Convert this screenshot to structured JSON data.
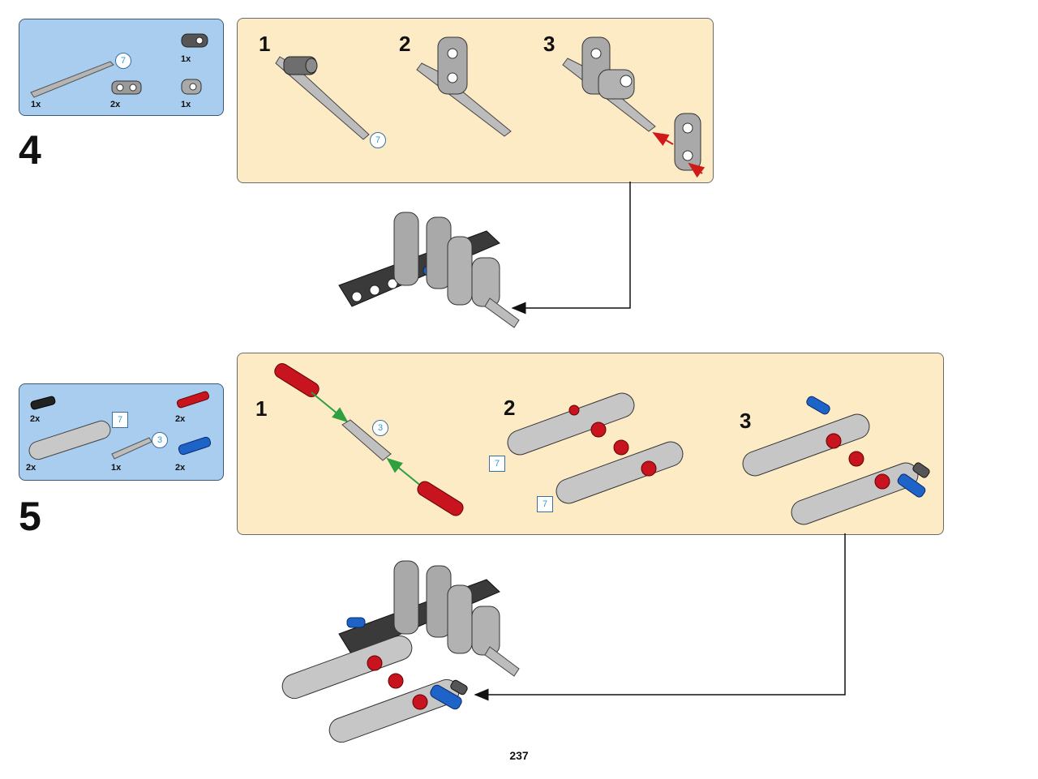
{
  "steps": [
    {
      "number": "4",
      "parts": [
        {
          "qty": "1x",
          "part": "technic-axle",
          "length_label": "7"
        },
        {
          "qty": "2x",
          "part": "technic-cross-block"
        },
        {
          "qty": "1x",
          "part": "technic-axle-pin-connector"
        },
        {
          "qty": "1x",
          "part": "technic-connector"
        }
      ],
      "substeps": [
        "1",
        "2",
        "3"
      ],
      "callout_labels": {
        "axle_length": "7"
      }
    },
    {
      "number": "5",
      "parts": [
        {
          "qty": "2x",
          "part": "friction-pin-black"
        },
        {
          "qty": "2x",
          "part": "technic-beam",
          "length_label": "7"
        },
        {
          "qty": "2x",
          "part": "axle-pin-red"
        },
        {
          "qty": "1x",
          "part": "technic-axle",
          "length_label": "3"
        },
        {
          "qty": "2x",
          "part": "axle-pin-blue"
        }
      ],
      "substeps": [
        "1",
        "2",
        "3"
      ],
      "callout_labels": {
        "axle_length": "3",
        "beam_length_a": "7",
        "beam_length_b": "7"
      }
    }
  ],
  "page_number": "237",
  "colors": {
    "parts_box_bg": "#a8cdee",
    "substep_panel_bg": "#fdebc6",
    "light_gray": "#b8b8b8",
    "dark_gray": "#4a4a4a",
    "red": "#c8141e",
    "blue": "#1e64c8",
    "arrow_red": "#d01a1a",
    "arrow_green": "#2ea040"
  }
}
